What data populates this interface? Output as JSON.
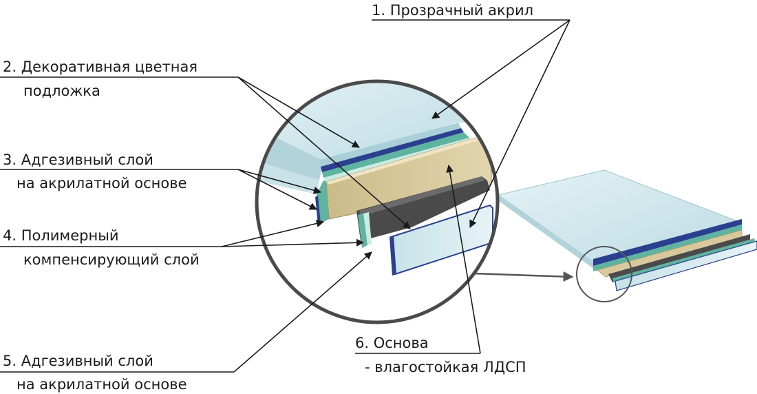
{
  "labels": {
    "layer1": "1. Прозрачный акрил",
    "layer2_line1": "2. Декоративная цветная",
    "layer2_line2": "подложка",
    "layer3_line1": "3. Адгезивный слой",
    "layer3_line2": "на акрилатной основе",
    "layer4_line1": "4. Полимерный",
    "layer4_line2": "компенсирующий слой",
    "layer5_line1": "5. Адгезивный слой",
    "layer5_line2": "на акрилатной основе",
    "layer6_line1": "6. Основа",
    "layer6_line2": "- влагостойкая ЛДСП"
  },
  "colors": {
    "acrylic": "#cfe7ec",
    "acrylic_edge": "#a9cfd8",
    "decor_blue": "#2b3f8f",
    "adhesive_teal": "#5fb3a1",
    "chipboard": "#d8c99c",
    "chipboard_dark": "#b9a875",
    "polymer": "#4a4a4a",
    "outline": "#3a3a3a"
  }
}
